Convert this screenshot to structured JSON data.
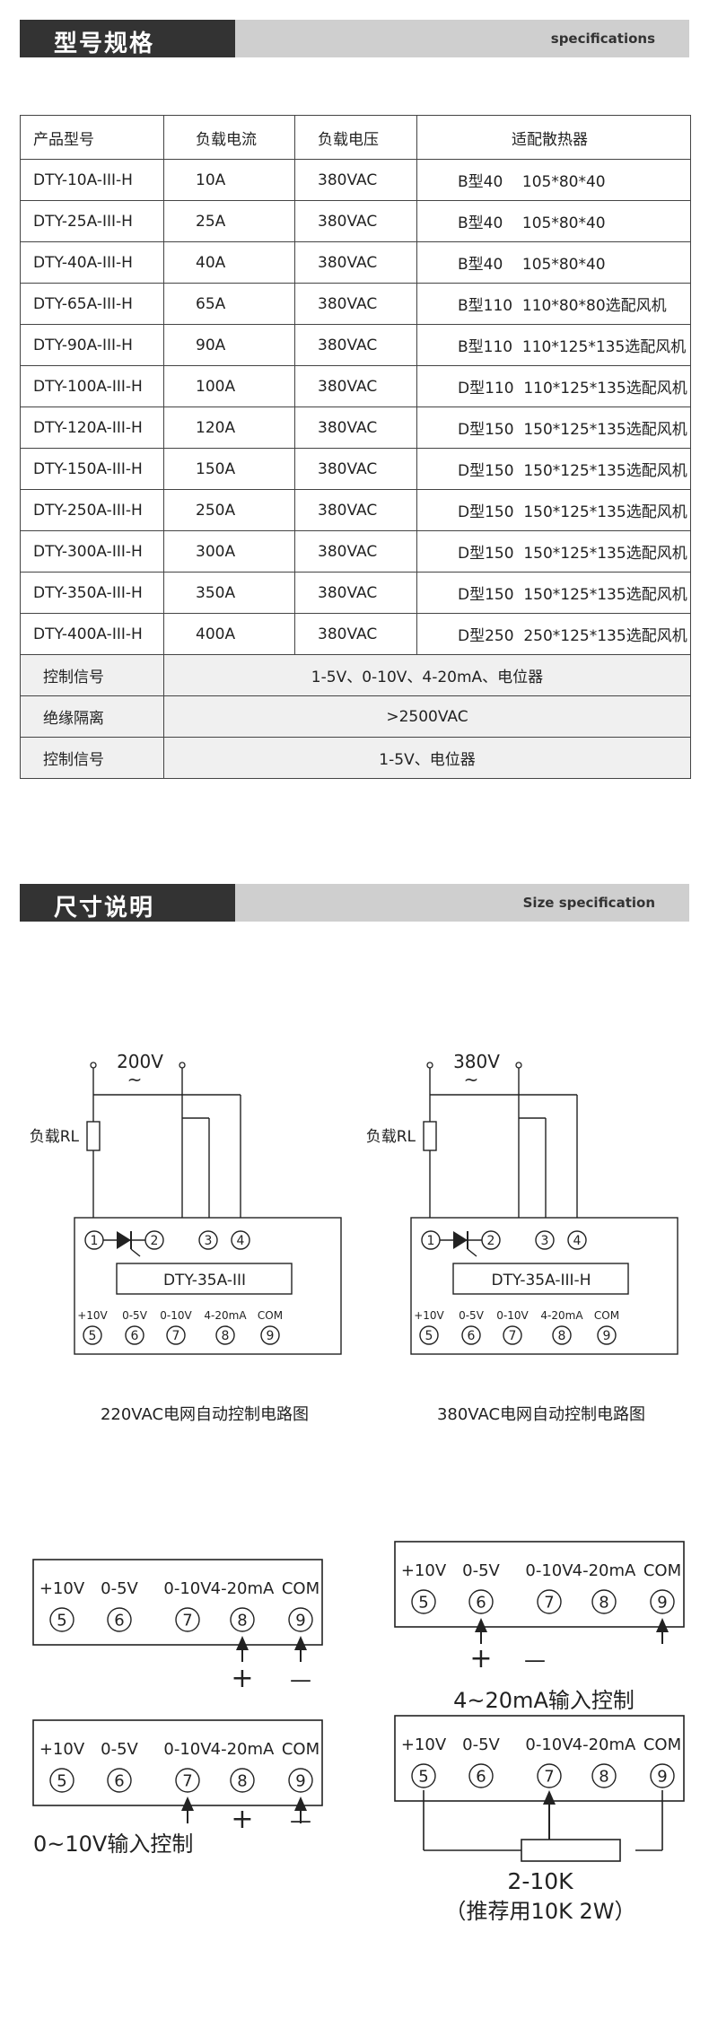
{
  "spec_section": {
    "title": "型号规格",
    "subtitle": "specifications"
  },
  "table": {
    "headers": [
      "产品型号",
      "负载电流",
      "负载电压",
      "适配散热器"
    ],
    "rows": [
      [
        "DTY-10A-III-H",
        "10A",
        "380VAC",
        "B型40    105*80*40"
      ],
      [
        "DTY-25A-III-H",
        "25A",
        "380VAC",
        "B型40    105*80*40"
      ],
      [
        "DTY-40A-III-H",
        "40A",
        "380VAC",
        "B型40    105*80*40"
      ],
      [
        "DTY-65A-III-H",
        "65A",
        "380VAC",
        "B型110  110*80*80选配风机"
      ],
      [
        "DTY-90A-III-H",
        "90A",
        "380VAC",
        "B型110  110*125*135选配风机"
      ],
      [
        "DTY-100A-III-H",
        "100A",
        "380VAC",
        "D型110  110*125*135选配风机"
      ],
      [
        "DTY-120A-III-H",
        "120A",
        "380VAC",
        "D型150  150*125*135选配风机"
      ],
      [
        "DTY-150A-III-H",
        "150A",
        "380VAC",
        "D型150  150*125*135选配风机"
      ],
      [
        "DTY-250A-III-H",
        "250A",
        "380VAC",
        "D型150  150*125*135选配风机"
      ],
      [
        "DTY-300A-III-H",
        "300A",
        "380VAC",
        "D型150  150*125*135选配风机"
      ],
      [
        "DTY-350A-III-H",
        "350A",
        "380VAC",
        "D型150  150*125*135选配风机"
      ],
      [
        "DTY-400A-III-H",
        "400A",
        "380VAC",
        "D型250  250*125*135选配风机"
      ]
    ],
    "footer_rows": [
      [
        "控制信号",
        "1-5V、0-10V、4-20mA、电位器"
      ],
      [
        "绝缘隔离",
        ">2500VAC"
      ],
      [
        "控制信号",
        "1-5V、电位器"
      ]
    ]
  },
  "size_section": {
    "title": "尺寸说明",
    "subtitle": "Size specification"
  },
  "circuits": [
    {
      "voltage": "200V",
      "ac_symbol": "~",
      "load_label": "负载RL",
      "model": "DTY-35A-III",
      "caption": "220VAC电网自动控制电路图"
    },
    {
      "voltage": "380V",
      "ac_symbol": "~",
      "load_label": "负载RL",
      "model": "DTY-35A-III-H",
      "caption": "380VAC电网自动控制电路图"
    }
  ],
  "top_pins": [
    "1",
    "2",
    "3",
    "4"
  ],
  "terminals": [
    {
      "label": "+10V",
      "num": "5"
    },
    {
      "label": "0-5V",
      "num": "6"
    },
    {
      "label": "0-10V",
      "num": "7"
    },
    {
      "label": "4-20mA",
      "num": "8"
    },
    {
      "label": "COM",
      "num": "9"
    }
  ],
  "wiring": [
    {
      "caption": "",
      "plus": "+",
      "minus": "—"
    },
    {
      "caption": "4~20mA输入控制",
      "plus": "+",
      "minus": "—"
    },
    {
      "caption": "0~10V输入控制",
      "plus": "+",
      "minus": "—"
    },
    {
      "caption": "2-10K",
      "caption2": "（推荐用10K 2W）"
    }
  ]
}
